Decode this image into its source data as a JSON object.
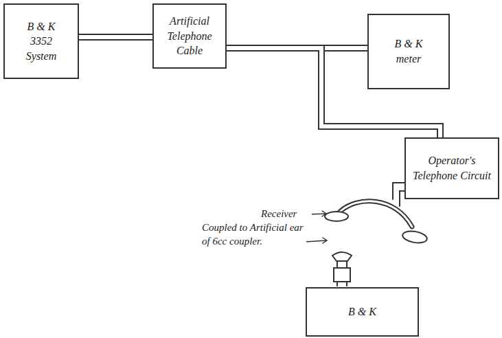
{
  "diagram": {
    "nodes": [
      {
        "text": [
          "B & K 3352 System"
        ]
      },
      {
        "text": [
          "Artificial Telephone Cable"
        ]
      },
      {
        "text": [
          "B & K meter"
        ]
      },
      {
        "text": [
          "Operator's Telephone Circuit"
        ]
      },
      {
        "text": [
          "B & K"
        ]
      }
    ],
    "edges": [
      {
        "from": 0,
        "to": 1,
        "arrow": "none"
      },
      {
        "from": 1,
        "to": 2,
        "arrow": "none"
      },
      {
        "from": 1,
        "to": 3,
        "arrow": "none"
      }
    ],
    "labels": [
      "Receiver",
      "Coupled to Artificial ear of 6cc coupler."
    ]
  }
}
